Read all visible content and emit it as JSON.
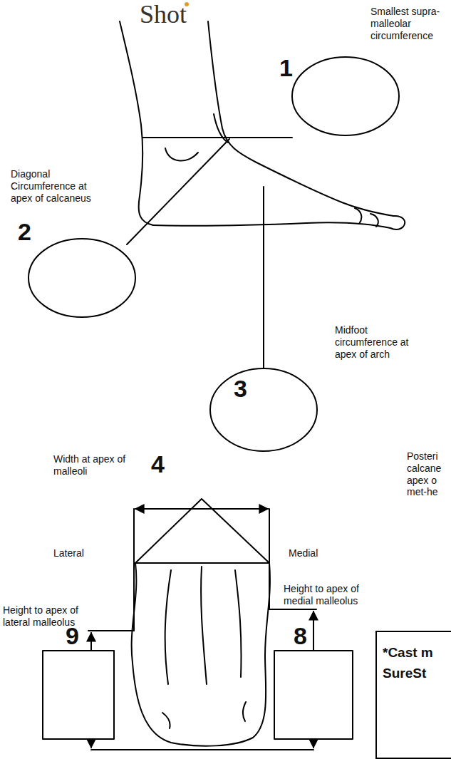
{
  "diagram": {
    "nodes": [
      {
        "text": [
          "*Cast m SureSt"
        ]
      }
    ],
    "labels": [
      "Shot",
      "Smallest supra-malleolar circumference",
      "1",
      "Diagonal Circumference at apex of calcaneus",
      "2",
      "3",
      "Midfoot circumference at apex of arch",
      "Posteri calcane apex o met-he",
      "Width at apex of malleoli",
      "4",
      "Lateral",
      "Medial",
      "Height to apex of medial malleolus",
      "Height to apex of lateral malleolus",
      "9",
      "8"
    ]
  }
}
